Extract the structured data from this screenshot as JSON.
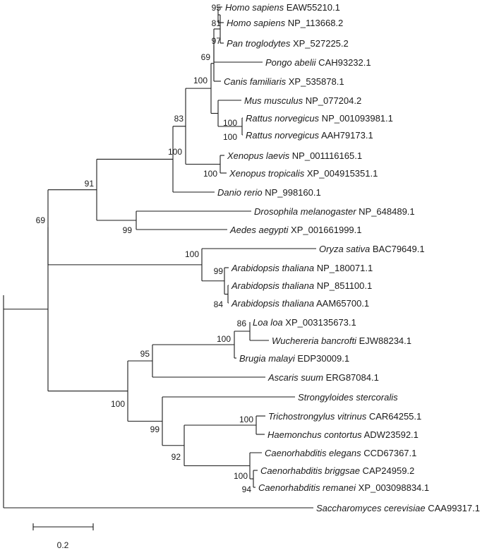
{
  "tree": {
    "taxa": [
      {
        "genus_species": "Homo sapiens",
        "accession": "EAW55210.1"
      },
      {
        "genus_species": "Homo sapiens",
        "accession": "NP_113668.2"
      },
      {
        "genus_species": "Pan troglodytes",
        "accession": "XP_527225.2"
      },
      {
        "genus_species": "Pongo abelii",
        "accession": "CAH93232.1"
      },
      {
        "genus_species": "Canis familiaris",
        "accession": "XP_535878.1"
      },
      {
        "genus_species": "Mus musculus",
        "accession": "NP_077204.2"
      },
      {
        "genus_species": "Rattus norvegicus",
        "accession": "NP_001093981.1"
      },
      {
        "genus_species": "Rattus norvegicus",
        "accession": "AAH79173.1"
      },
      {
        "genus_species": "Xenopus laevis",
        "accession": "NP_001116165.1"
      },
      {
        "genus_species": "Xenopus tropicalis",
        "accession": "XP_004915351.1"
      },
      {
        "genus_species": "Danio rerio",
        "accession": "NP_998160.1"
      },
      {
        "genus_species": "Drosophila melanogaster",
        "accession": "NP_648489.1"
      },
      {
        "genus_species": "Aedes aegypti",
        "accession": "XP_001661999.1"
      },
      {
        "genus_species": "Oryza sativa",
        "accession": "BAC79649.1"
      },
      {
        "genus_species": "Arabidopsis thaliana",
        "accession": "NP_180071.1"
      },
      {
        "genus_species": "Arabidopsis thaliana",
        "accession": "NP_851100.1"
      },
      {
        "genus_species": "Arabidopsis thaliana",
        "accession": "AAM65700.1"
      },
      {
        "genus_species": "Loa loa",
        "accession": "XP_003135673.1"
      },
      {
        "genus_species": "Wuchereria bancrofti",
        "accession": "EJW88234.1"
      },
      {
        "genus_species": "Brugia malayi",
        "accession": "EDP30009.1"
      },
      {
        "genus_species": "Ascaris suum",
        "accession": "ERG87084.1"
      },
      {
        "genus_species": "Strongyloides stercoralis",
        "accession": ""
      },
      {
        "genus_species": "Trichostrongylus vitrinus",
        "accession": "CAR64255.1"
      },
      {
        "genus_species": "Haemonchus contortus",
        "accession": "ADW23592.1"
      },
      {
        "genus_species": "Caenorhabditis elegans",
        "accession": "CCD67367.1"
      },
      {
        "genus_species": "Caenorhabditis briggsae",
        "accession": "CAP24959.2"
      },
      {
        "genus_species": "Caenorhabditis remanei",
        "accession": "XP_003098834.1"
      },
      {
        "genus_species": "Saccharomyces cerevisiae",
        "accession": "CAA99317.1"
      }
    ],
    "bootstrap_values": [
      "95",
      "81",
      "97",
      "69",
      "100",
      "83",
      "100",
      "100",
      "100",
      "100",
      "91",
      "99",
      "100",
      "99",
      "84",
      "69",
      "86",
      "100",
      "95",
      "100",
      "99",
      "100",
      "92",
      "100",
      "94"
    ],
    "scale_bar": {
      "label": "0.2",
      "value": 0.2
    }
  }
}
